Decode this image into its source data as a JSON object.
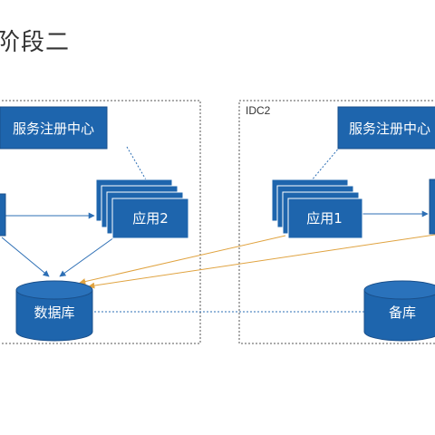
{
  "slide": {
    "title": "阶段二",
    "title_visible": "阶段二"
  },
  "datacenters": {
    "left": {
      "label": ""
    },
    "right": {
      "label": "IDC2"
    }
  },
  "nodes": {
    "registry_left": "服务注册中心",
    "registry_right": "服务注册中心",
    "app2_left": "应用2",
    "app1_right": "应用1",
    "db_primary": "数据库",
    "db_backup": "备库"
  },
  "colors": {
    "node_fill": "#1e65ad",
    "node_stroke": "#1a4f8a",
    "arrow_blue": "#2d6fb5",
    "arrow_orange": "#e0a340",
    "border_dotted": "#555555"
  }
}
